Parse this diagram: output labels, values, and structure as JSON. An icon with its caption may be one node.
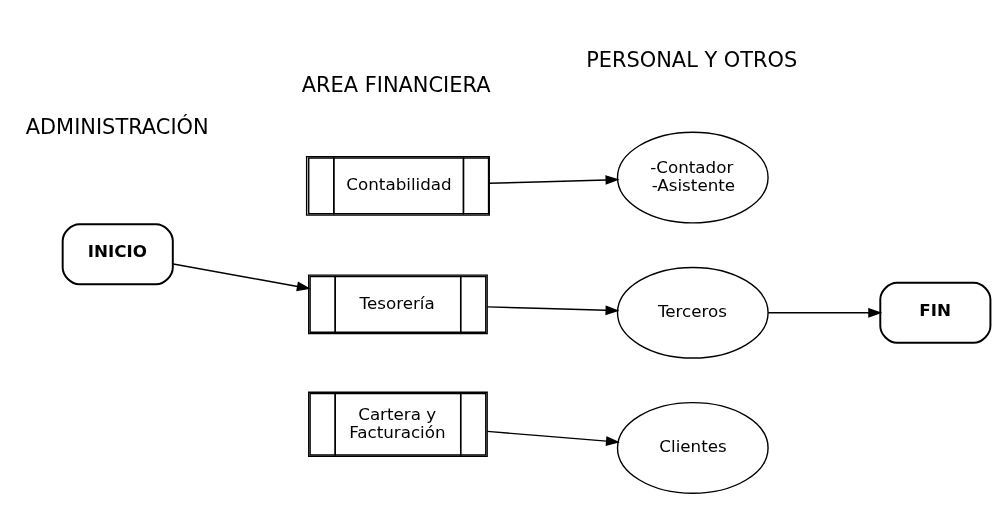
{
  "diagram": {
    "nodes": [
      {
        "text": [
          "INICIO"
        ]
      },
      {
        "text": [
          "Contabilidad"
        ]
      },
      {
        "text": [
          "-Contador",
          "-Asistente"
        ]
      },
      {
        "text": [
          "Tesorería"
        ]
      },
      {
        "text": [
          "Terceros"
        ]
      },
      {
        "text": [
          "FIN"
        ]
      },
      {
        "text": [
          "Cartera y Facturación"
        ]
      },
      {
        "text": [
          "Clientes"
        ]
      }
    ],
    "edges": [
      {
        "from": 0,
        "to": 3,
        "arrow": "to"
      },
      {
        "from": 1,
        "to": 2,
        "arrow": "to"
      },
      {
        "from": 3,
        "to": 4,
        "arrow": "to"
      },
      {
        "from": 4,
        "to": 5,
        "arrow": "to"
      },
      {
        "from": 6,
        "to": 7,
        "arrow": "to"
      }
    ],
    "labels": [
      "ADMINISTRACIÓN",
      "AREA FINANCIERA",
      "PERSONAL Y OTROS"
    ]
  }
}
